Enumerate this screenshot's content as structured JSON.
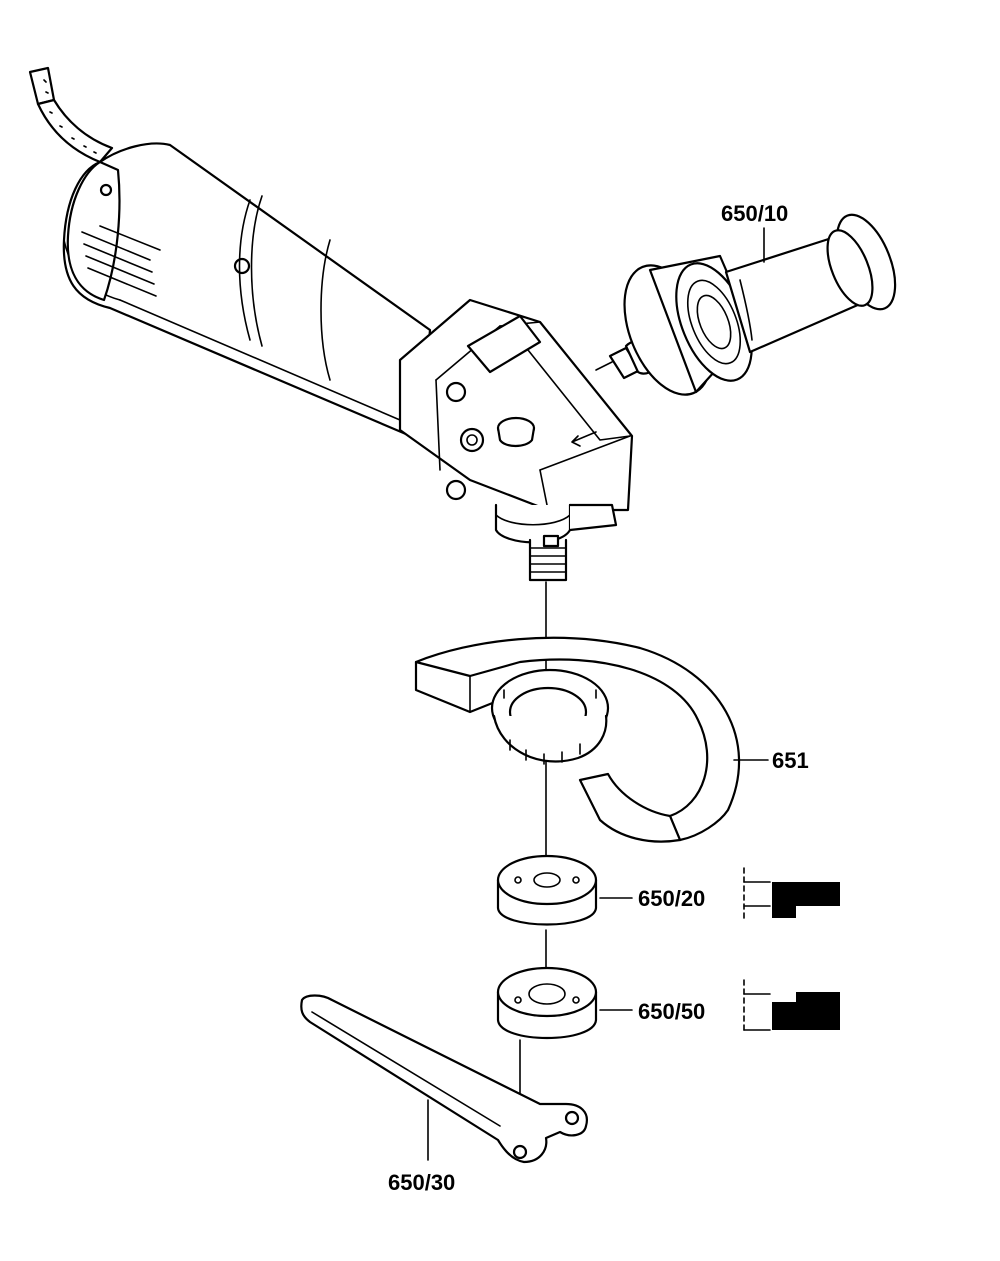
{
  "labels": {
    "handle": "650/10",
    "guard": "651",
    "flange_nut": "650/20",
    "clamping_nut": "650/50",
    "wrench": "650/30"
  },
  "icons": [
    "angle-grinder-body",
    "side-handle",
    "wheel-guard",
    "flange-nut",
    "clamping-nut",
    "pin-wrench",
    "nut-profile-section"
  ],
  "colors": {
    "line": "#000000",
    "background": "#ffffff"
  }
}
